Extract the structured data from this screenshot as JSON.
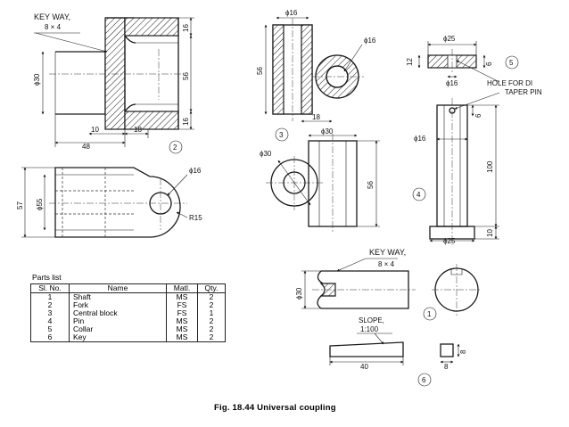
{
  "caption": {
    "fig": "Fig. 18.44",
    "title": "Universal coupling"
  },
  "parts_list": {
    "title": "Parts list",
    "headers": [
      "Sl. No.",
      "Name",
      "Matl.",
      "Qty."
    ],
    "rows": [
      [
        "1",
        "Shaft",
        "MS",
        "2"
      ],
      [
        "2",
        "Fork",
        "FS",
        "2"
      ],
      [
        "3",
        "Central block",
        "FS",
        "1"
      ],
      [
        "4",
        "Pin",
        "MS",
        "2"
      ],
      [
        "5",
        "Collar",
        "MS",
        "2"
      ],
      [
        "6",
        "Key",
        "MS",
        "2"
      ]
    ]
  },
  "labels": {
    "keyway_fork": "KEY WAY,",
    "keyway_fork_size": "8 × 4",
    "keyway_shaft": "KEY WAY,",
    "keyway_shaft_size": "8 × 4",
    "hole_for_di": "HOLE FOR DI",
    "taper_pin": "TAPER PIN",
    "slope": "SLOPE,",
    "slope_ratio": "1:100"
  },
  "balloons": {
    "b1": "1",
    "b2": "2",
    "b3": "3",
    "b4": "4",
    "b5": "5",
    "b6": "6"
  },
  "dimensions": {
    "fork_phi30": "ϕ30",
    "fork_16_top": "16",
    "fork_56": "56",
    "fork_16_bottom": "16",
    "fork_10": "10",
    "fork_18": "18",
    "fork_48": "48",
    "fork_57": "57",
    "fork_phi55": "ϕ55",
    "fork_phi16": "ϕ16",
    "fork_r15": "R15",
    "block_phi16_top": "ϕ16",
    "block_phi16_right": "ϕ16",
    "block_56": "56",
    "block_18": "18",
    "block_phi30": "ϕ30",
    "block_phi30_circle": "ϕ30",
    "block_56_right": "56",
    "collar_phi25": "ϕ25",
    "collar_12": "12",
    "collar_phi16": "ϕ16",
    "collar_6": "6",
    "pin_6": "6",
    "pin_phi16": "ϕ16",
    "pin_100": "100",
    "pin_phi25": "ϕ25",
    "pin_10": "10",
    "shaft_phi30": "ϕ30",
    "key_40": "40",
    "key_8_w": "8",
    "key_8_h": "8"
  }
}
